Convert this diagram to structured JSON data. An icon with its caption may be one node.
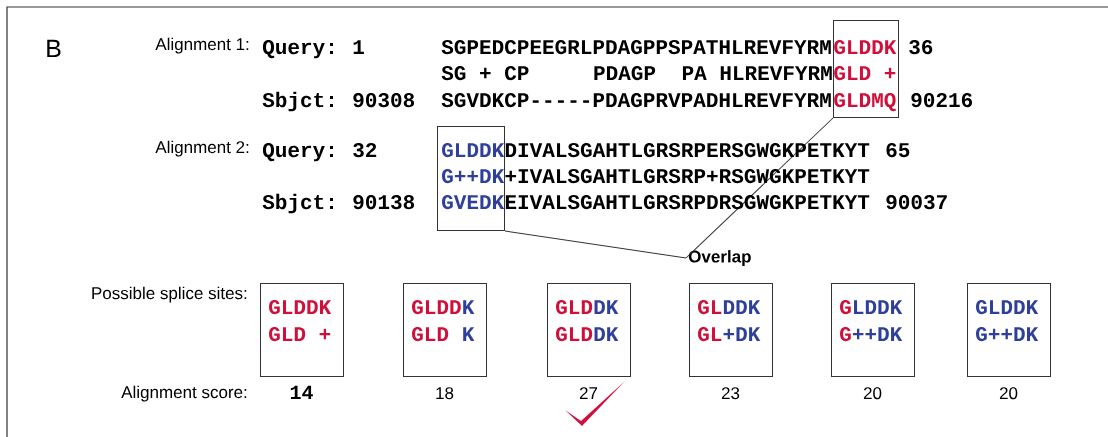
{
  "diagram": {
    "nodes": [
      {
        "text": [
          "GLDDK",
          "GLD +",
          "GLDMQ"
        ]
      },
      {
        "text": [
          "GLDDK",
          "G++DK",
          "GVEDK"
        ]
      },
      {
        "text": [
          "Overlap"
        ]
      },
      {
        "text": [
          "GLDDK",
          "GLD +"
        ],
        "beside": [
          "14"
        ]
      },
      {
        "text": [
          "GLDD",
          "K",
          "GLD",
          "K"
        ],
        "beside": [
          "18"
        ]
      },
      {
        "text": [
          "GLD",
          "DK",
          "GLD",
          "DK"
        ],
        "beside": [
          "27"
        ]
      },
      {
        "text": [
          "GL",
          "DDK",
          "GL",
          "+DK"
        ],
        "beside": [
          "23"
        ]
      },
      {
        "text": [
          "G",
          "LDDK",
          "G",
          "++DK"
        ],
        "beside": [
          "20"
        ]
      },
      {
        "text": [
          "GLDDK",
          "G++DK"
        ],
        "beside": [
          "20"
        ]
      }
    ],
    "edges": [
      {
        "from": 0,
        "to": 2,
        "arrow": "none"
      },
      {
        "from": 1,
        "to": 2,
        "arrow": "none"
      }
    ],
    "labels": [
      "B",
      "Alignment 1:",
      "Query:",
      "1",
      "SGPEDCPEEGRLPDAGPPSPATHLREVFYRM",
      "36",
      "SG + CP",
      "PDAGP",
      "PA HLREVFYRM",
      "Sbjct:",
      "90308",
      "SGVDKCP-----PDAGPRVPADHLREVFYRM",
      "90216",
      "Alignment 2:",
      "Query:",
      "32",
      "DIVALSGAHTLGRSRPERSGWGKPETKYT",
      "65",
      "+IVALSGAHTLGRSRP+RSGWGKPETKYT",
      "Sbjct:",
      "90138",
      "EIVALSGAHTLGRSRPDRSGWGKPETKYT",
      "90037",
      "Possible splice sites:",
      "Alignment score:"
    ]
  }
}
